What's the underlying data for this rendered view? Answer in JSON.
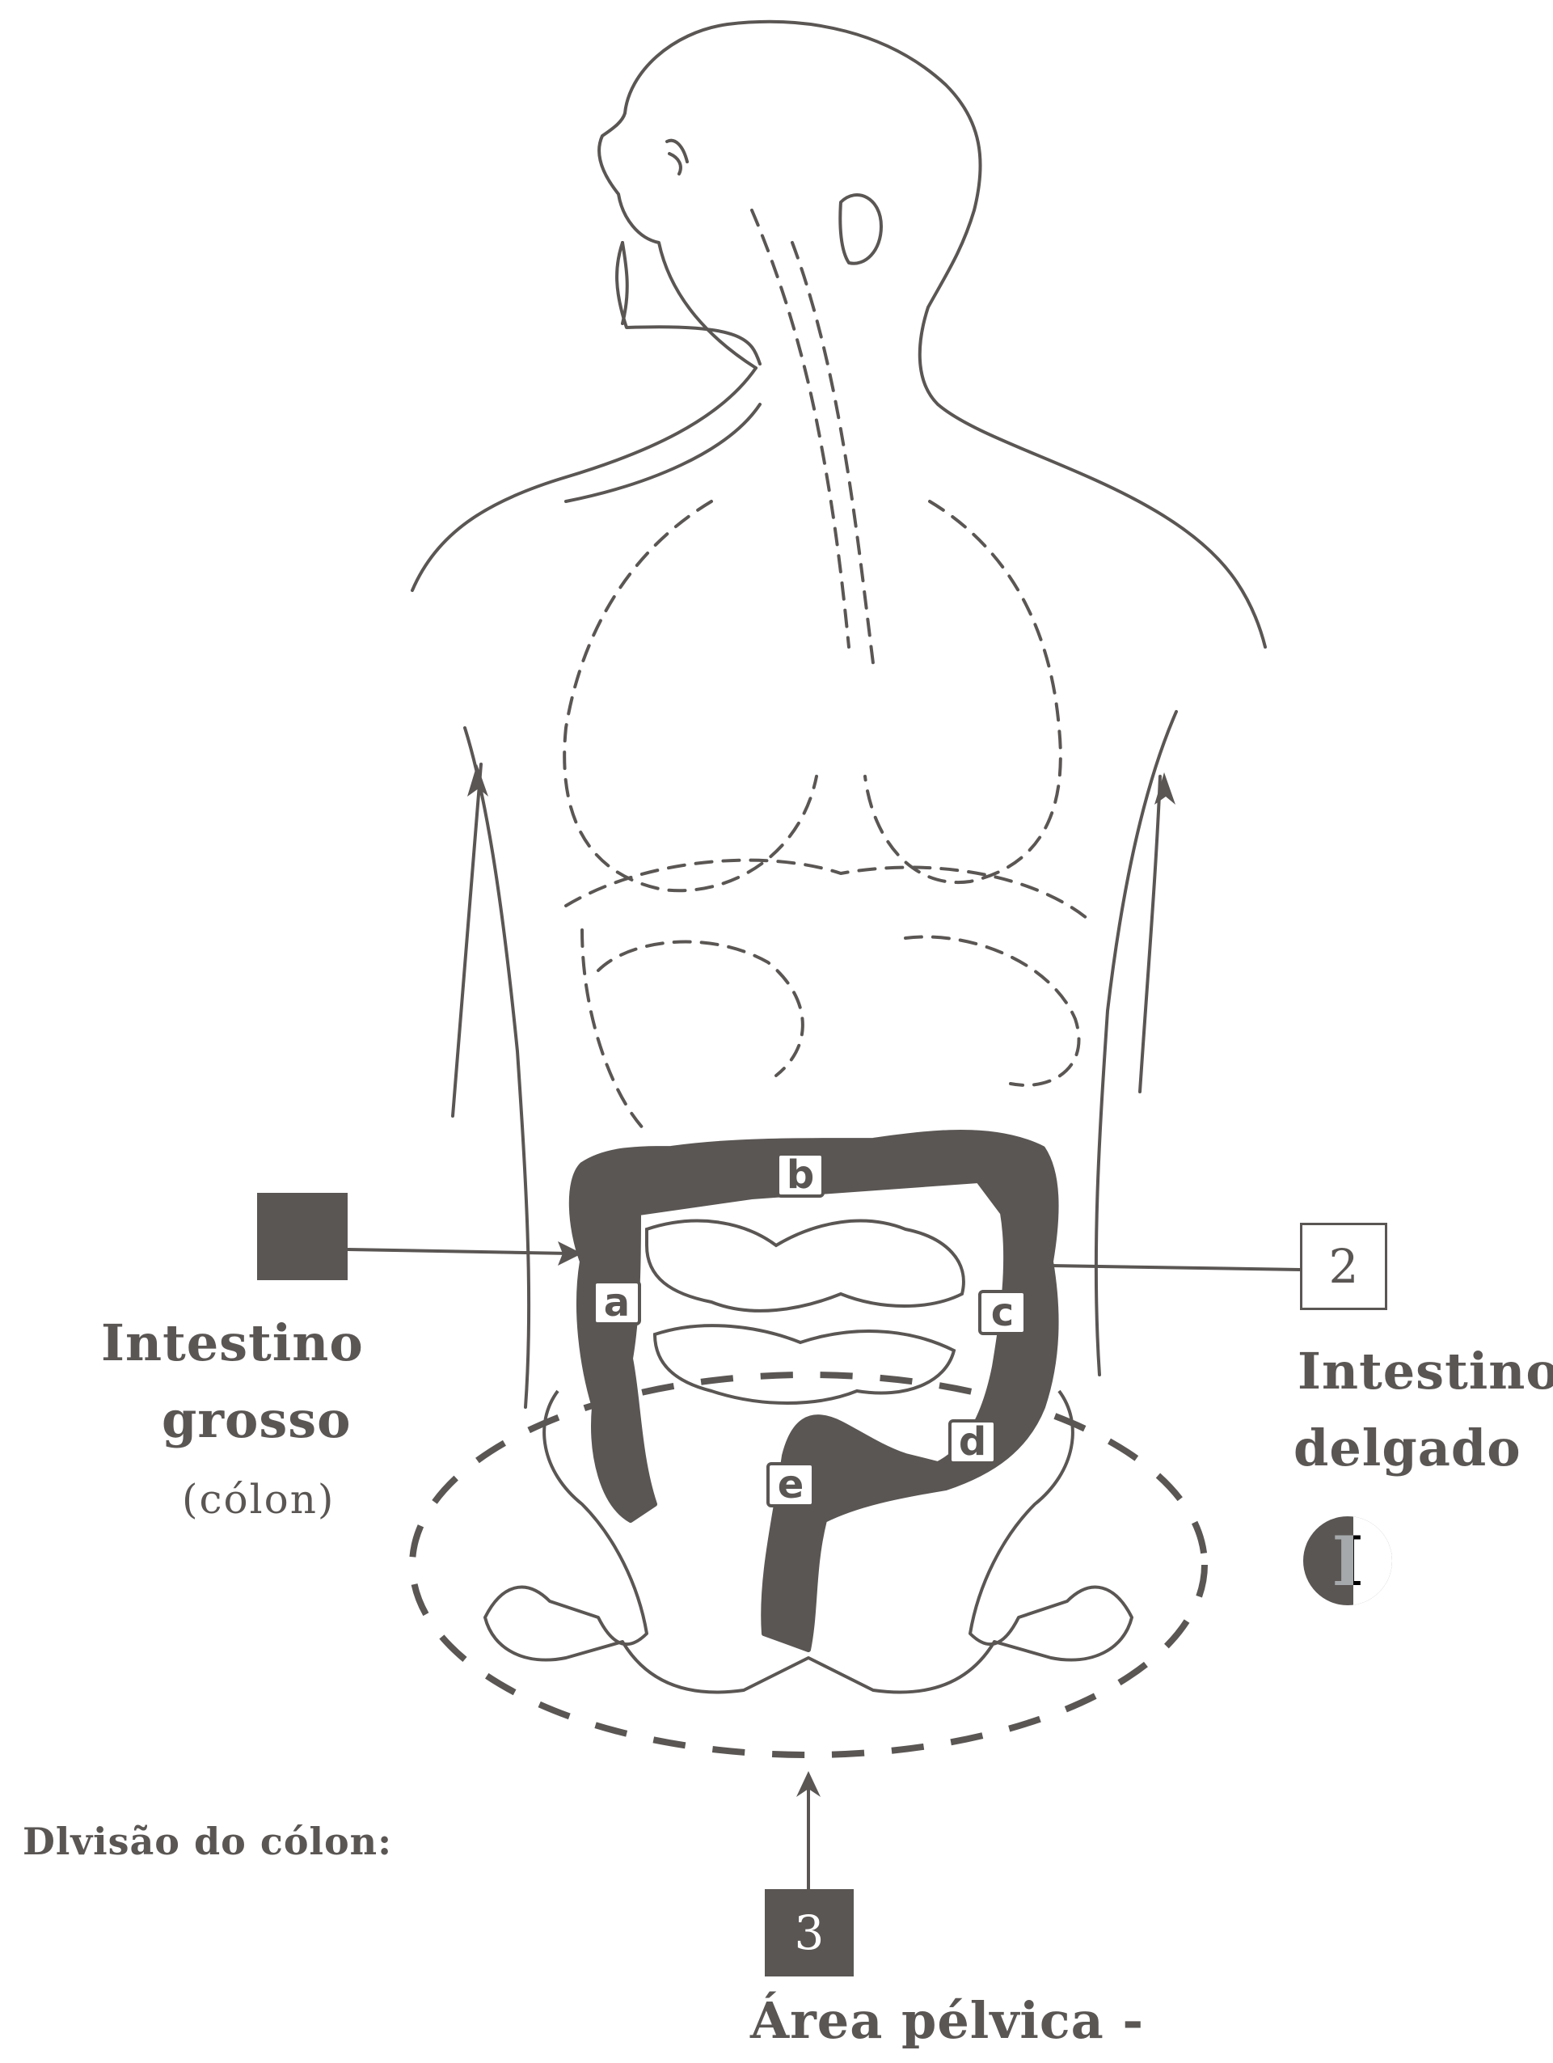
{
  "labels": {
    "large_intestine": "Intestino",
    "large_intestine_2": "grosso",
    "large_intestine_sub": "(cólon)",
    "small_intestine": "Intestino",
    "small_intestine_2": "delgado",
    "pelvic_area": "Área pélvica -",
    "colon_division": "Dlvisão do cólon:"
  },
  "boxes": {
    "large_intestine_marker": "",
    "small_intestine_marker": "2",
    "pelvic_marker": "3"
  },
  "colon_segments": [
    "a",
    "b",
    "c",
    "d",
    "e"
  ],
  "small_intestine_glyph": "I",
  "colors": {
    "ink": "#5a5654",
    "background": "#ffffff"
  }
}
